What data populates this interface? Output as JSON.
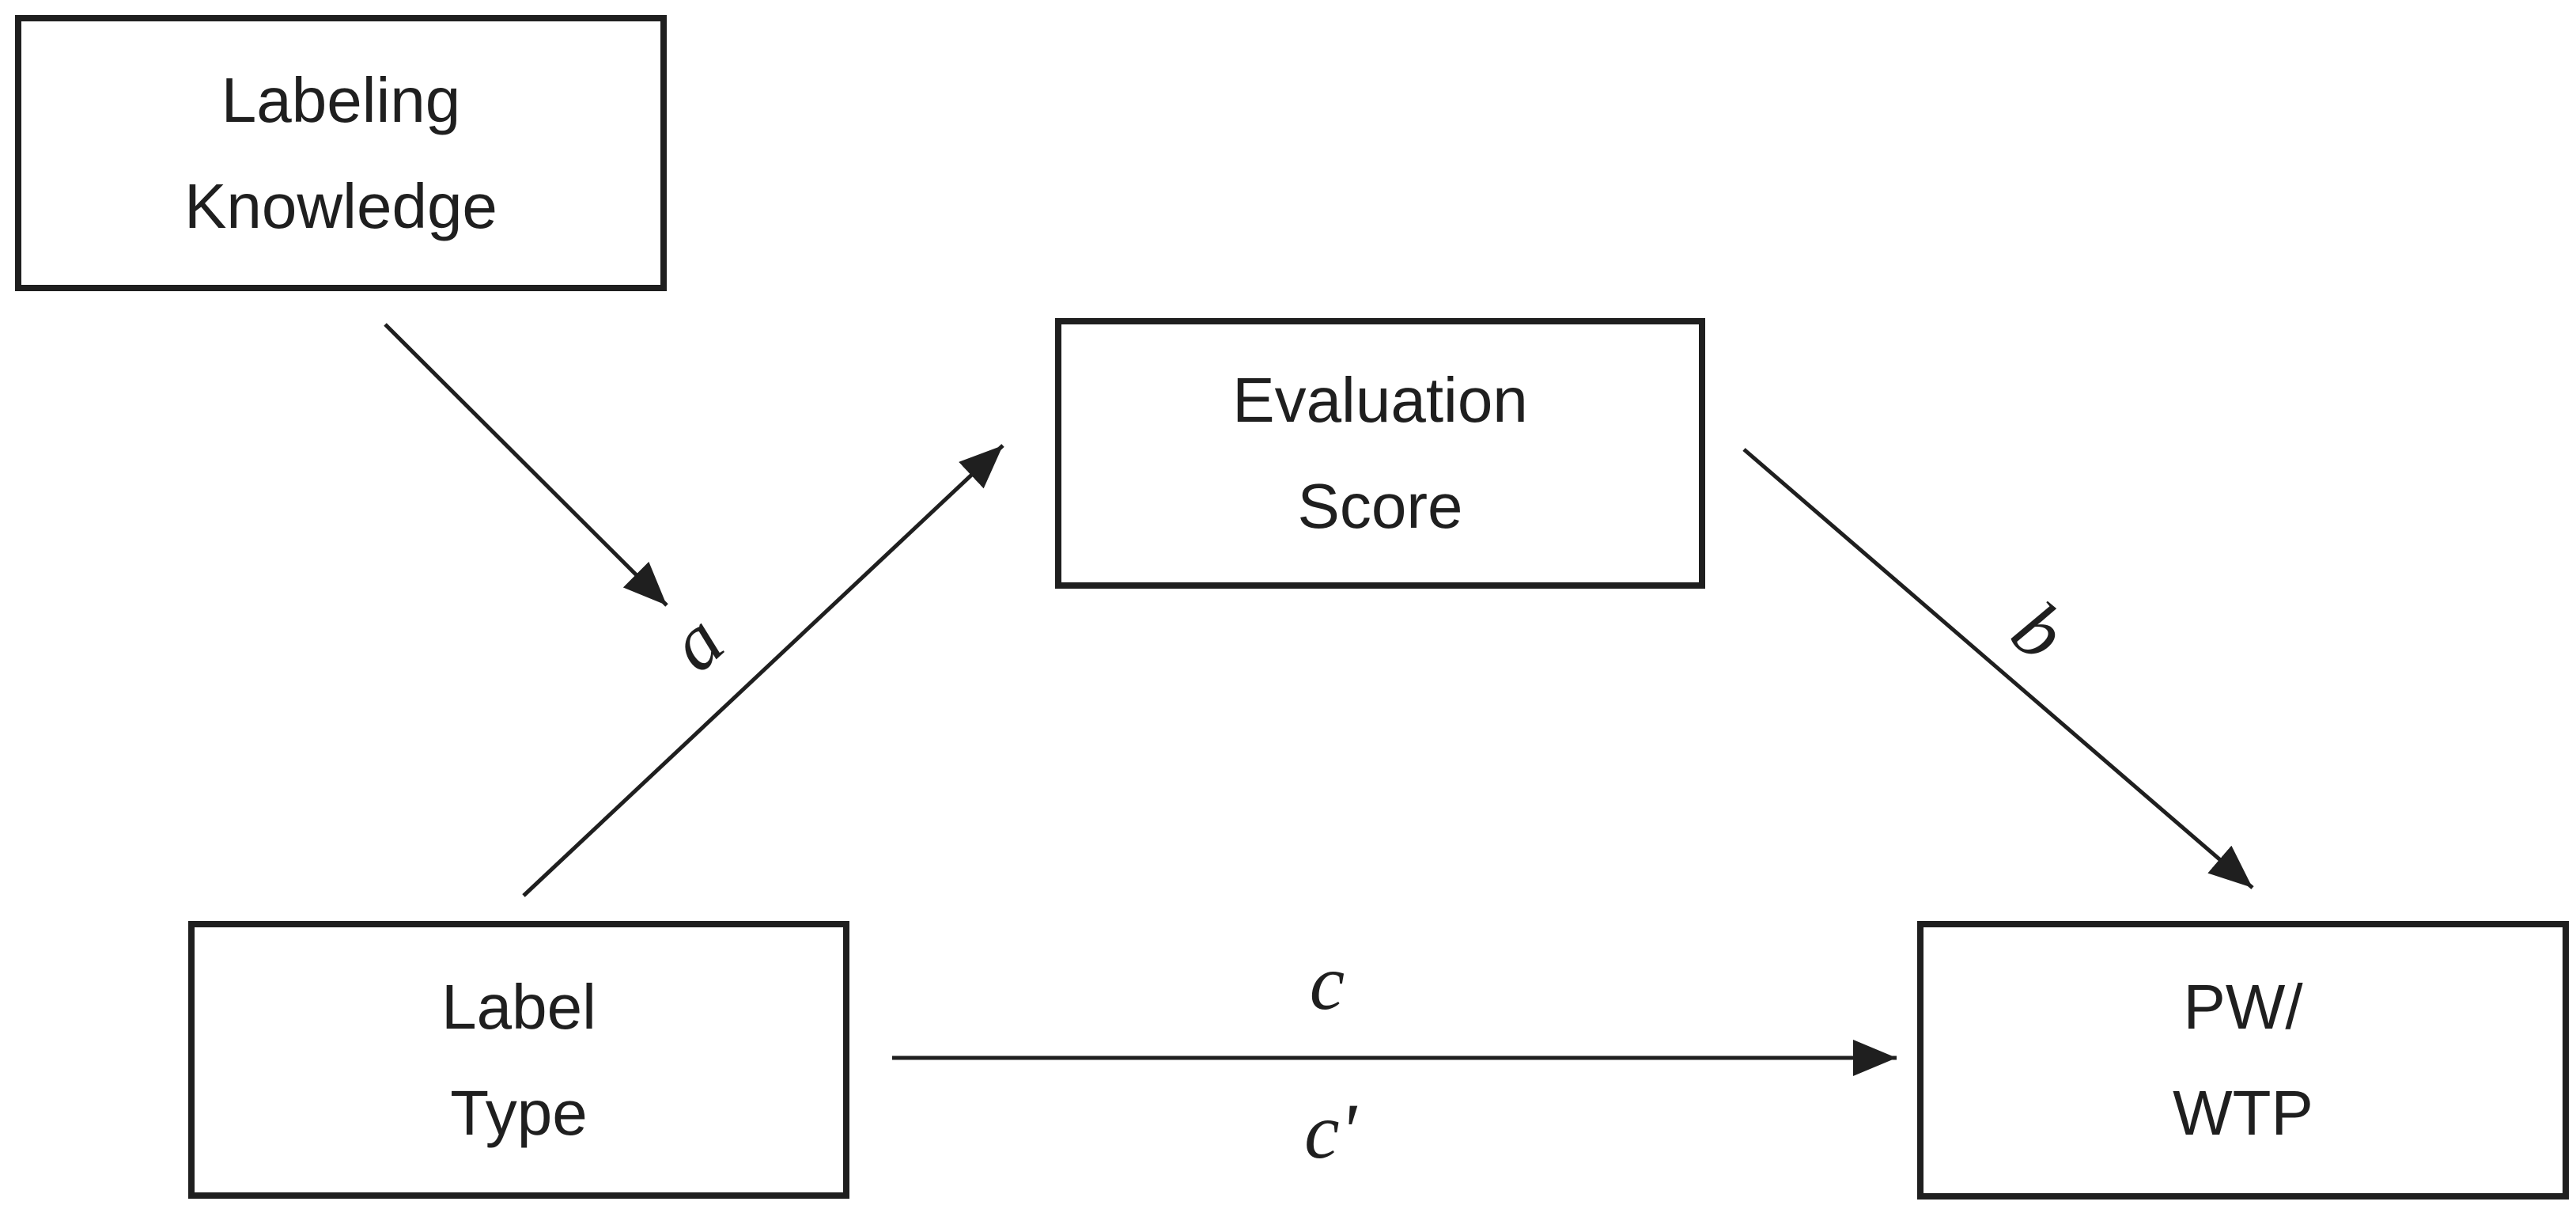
{
  "figure": {
    "type": "mediation-moderation-path-diagram",
    "background": "#ffffff",
    "ink": "#1f1f1f"
  },
  "nodes": {
    "labeling_knowledge": {
      "line1": "Labeling",
      "line2": "Knowledge"
    },
    "evaluation_score": {
      "line1": "Evaluation",
      "line2": "Score"
    },
    "label_type": {
      "line1": "Label",
      "line2": "Type"
    },
    "pw_wtp": {
      "line1": "PW/",
      "line2": "WTP"
    }
  },
  "path_labels": {
    "a": "a",
    "b": "b",
    "c": "c",
    "c_prime": "c'"
  },
  "edges": [
    {
      "from": "labeling_knowledge",
      "to": "path-a",
      "label": ""
    },
    {
      "from": "label_type",
      "to": "evaluation_score",
      "label": "a"
    },
    {
      "from": "evaluation_score",
      "to": "pw_wtp",
      "label": "b"
    },
    {
      "from": "label_type",
      "to": "pw_wtp",
      "label": "c / c'"
    }
  ]
}
